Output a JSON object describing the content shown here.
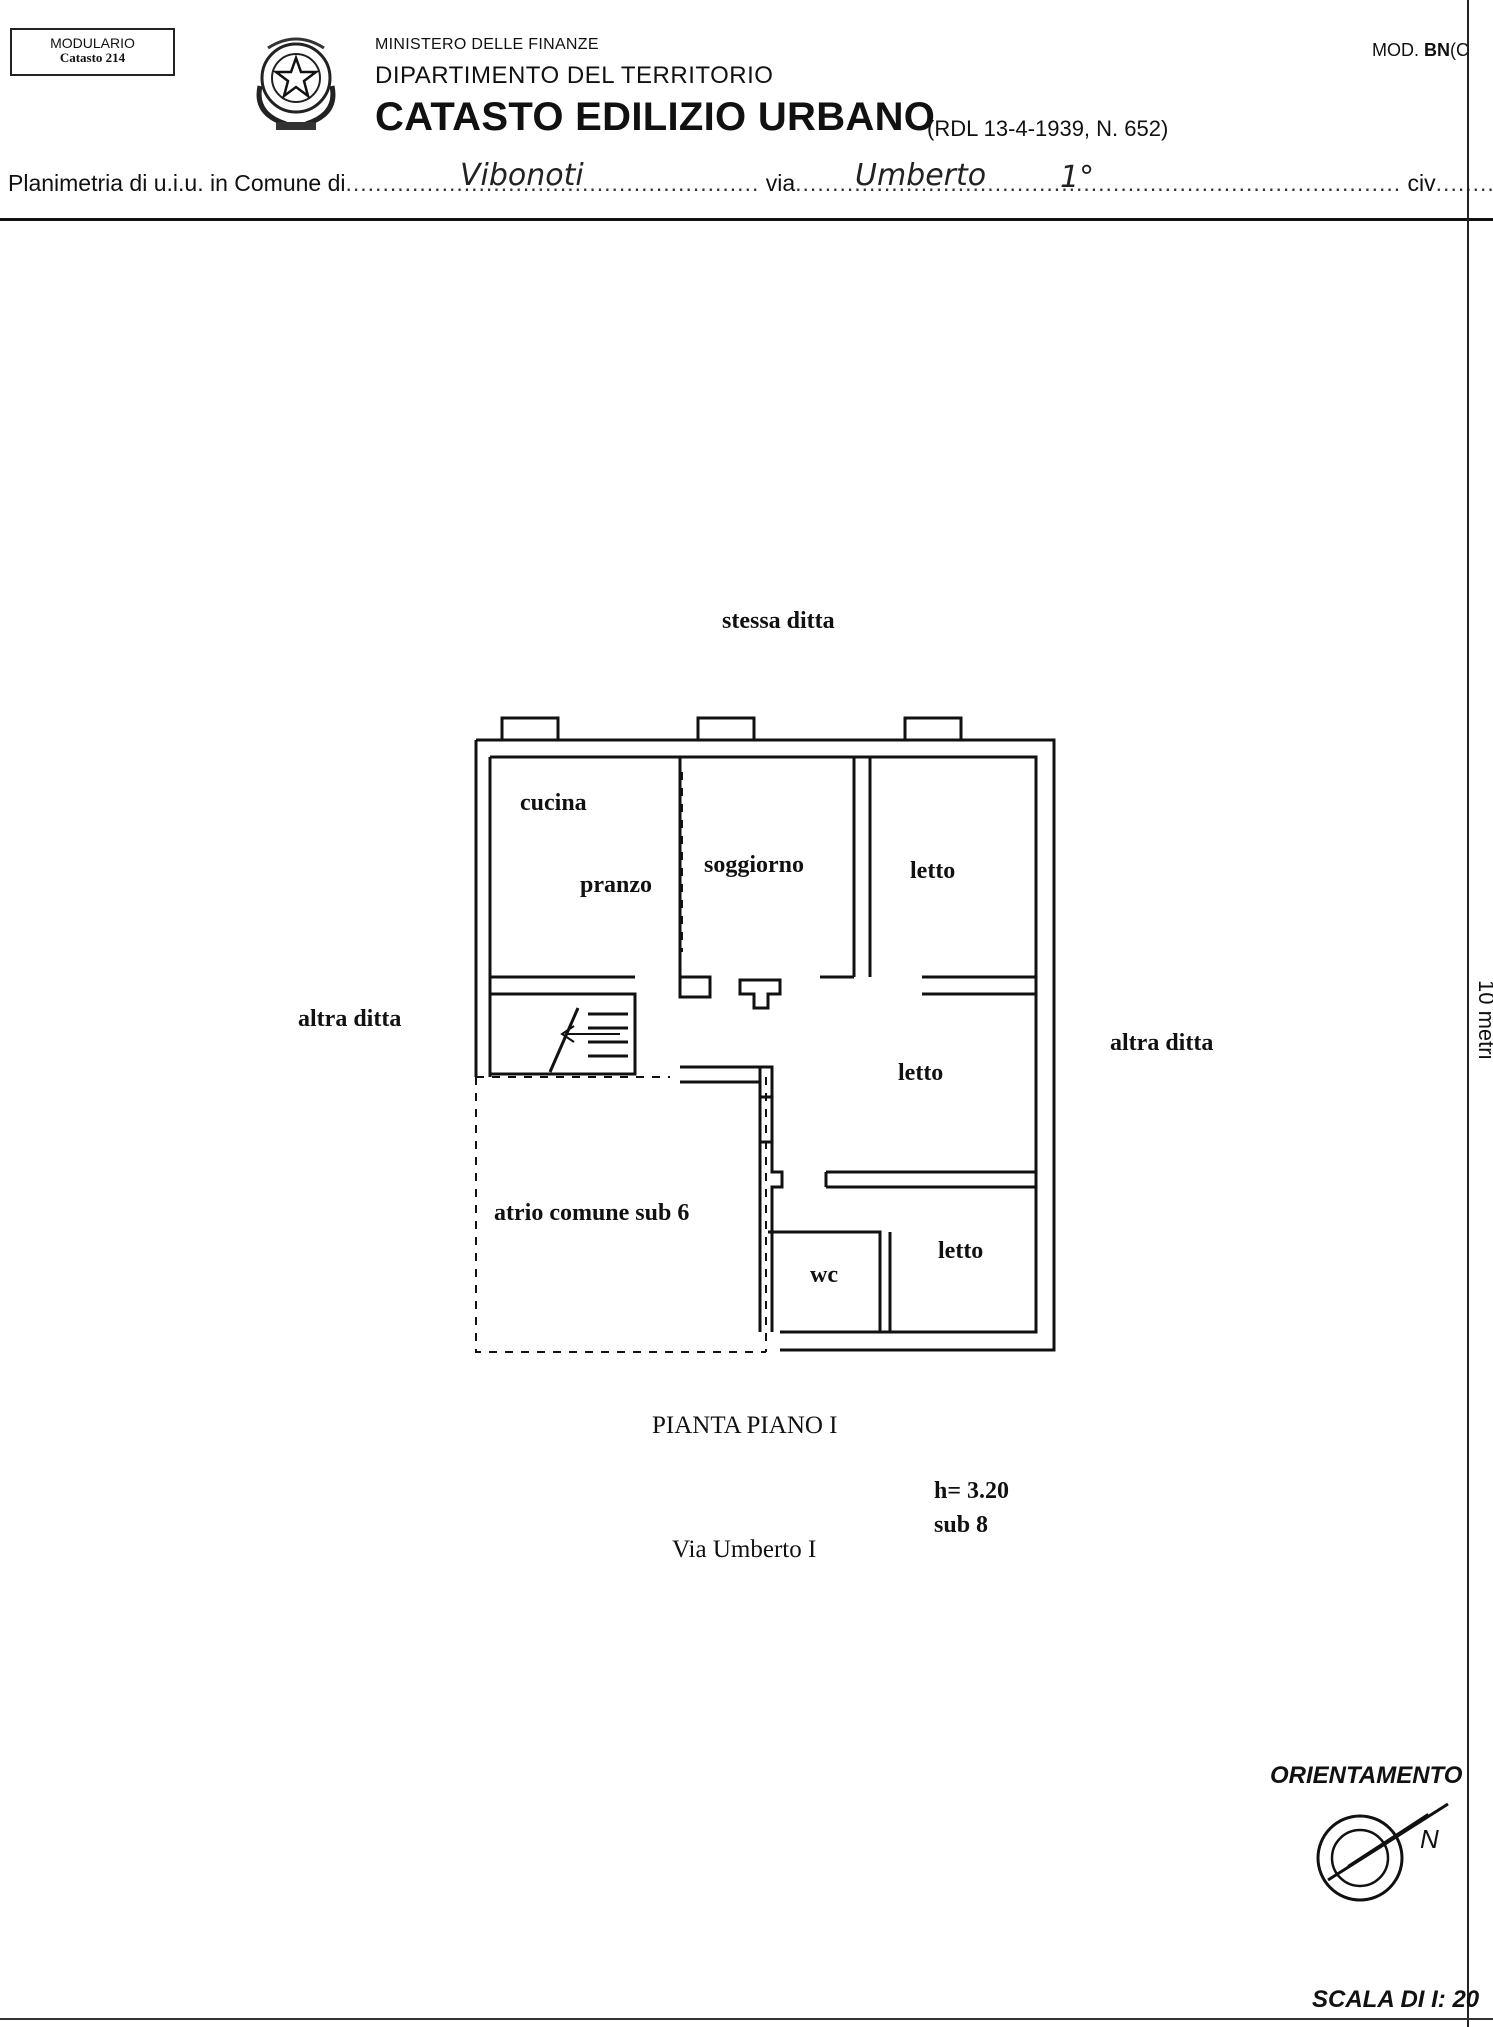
{
  "header": {
    "modulario_line1": "MODULARIO",
    "modulario_line2": "Catasto 214",
    "ministero": "MINISTERO DELLE FINANZE",
    "dipartimento": "DIPARTIMENTO DEL TERRITORIO",
    "catasto": "CATASTO EDILIZIO URBANO",
    "rdl": "(RDL 13-4-1939, N. 652)",
    "mod_prefix": "MOD.",
    "mod_code": "BN",
    "mod_suffix": "(C"
  },
  "form_line": {
    "planimetria_label": "Planimetria di u.i.u. in Comune di",
    "comune_value": "Vibonoti",
    "via_label": "via",
    "via_value": "Umberto",
    "via_number": "1°",
    "civ_label": "civ"
  },
  "plan": {
    "top_neighbor": "stessa ditta",
    "left_neighbor": "altra ditta",
    "right_neighbor": "altra ditta",
    "rooms": {
      "cucina": "cucina",
      "pranzo": "pranzo",
      "soggiorno": "soggiorno",
      "letto_1": "letto",
      "letto_2": "letto",
      "letto_3": "letto",
      "wc": "wc",
      "atrio": "atrio comune sub 6"
    },
    "title": "PIANTA PIANO I",
    "height": "h= 3.20",
    "sub": "sub 8",
    "street": "Via Umberto I"
  },
  "footer": {
    "orientamento": "ORIENTAMENTO",
    "compass_letter": "N",
    "scala": "SCALA DI I: 20",
    "side_text": "10 metri"
  }
}
